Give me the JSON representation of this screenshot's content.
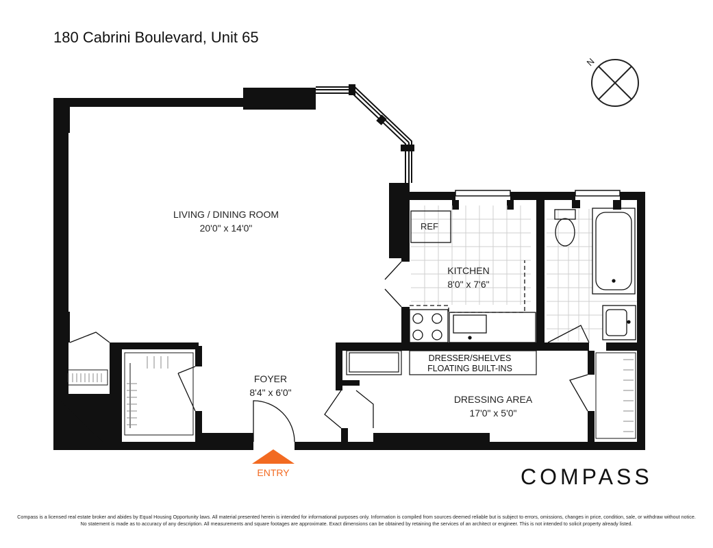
{
  "title": "180 Cabrini Boulevard, Unit 65",
  "compass_rose": {
    "label": "N",
    "icon": "north-arrow-icon"
  },
  "rooms": {
    "living": {
      "name": "LIVING / DINING ROOM",
      "dims": "20'0\" x 14'0\""
    },
    "kitchen": {
      "name": "KITCHEN",
      "dims": "8'0\" x 7'6\""
    },
    "foyer": {
      "name": "FOYER",
      "dims": "8'4\" x 6'0\""
    },
    "dressing": {
      "name": "DRESSING AREA",
      "dims": "17'0\" x 5'0\""
    }
  },
  "fixtures": {
    "ref": "REF",
    "builtin_line1": "DRESSER/SHELVES",
    "builtin_line2": "FLOATING BUILT-INS"
  },
  "entry": {
    "label": "ENTRY",
    "color": "#f26a21"
  },
  "brand": "COMPASS",
  "disclaimer": "Compass is a licensed real estate broker and abides by Equal Housing Opportunity laws. All material presented herein is intended for informational purposes only. Information is compiled from sources deemed reliable but is subject to errors, omissions, changes in price, condition, sale, or withdraw without notice. No statement is made as to accuracy of any description. All measurements and square footages are approximate. Exact dimensions can be obtained by retaining the services of an architect or engineer. This is not intended to solicit property already listed."
}
